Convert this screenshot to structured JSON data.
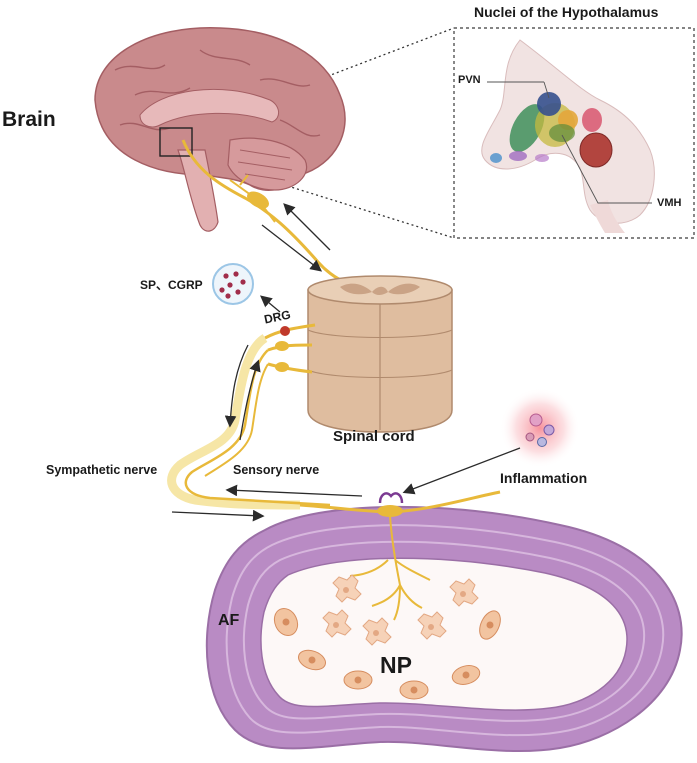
{
  "labels": {
    "hypothalamus_title": "Nuclei of the Hypothalamus",
    "brain": "Brain",
    "pvn": "PVN",
    "vmh": "VMH",
    "sp_cgrp": "SP、CGRP",
    "drg": "DRG",
    "spinal_cord": "Spinal cord",
    "sympathetic_nerve": "Sympathetic nerve",
    "sensory_nerve": "Sensory nerve",
    "inflammation": "Inflammation",
    "af": "AF",
    "np": "NP"
  },
  "colors": {
    "brain": "#c98a8c",
    "brain_dark": "#a45e63",
    "nerve": "#e8b93a",
    "nerve_light": "#f6e6a6",
    "spinal": "#dfbd9f",
    "disc_outer": "#b98bc4",
    "disc_ring": "#d7b7dd",
    "cell": "#f1c39a",
    "inflammation": "#f08a93"
  }
}
